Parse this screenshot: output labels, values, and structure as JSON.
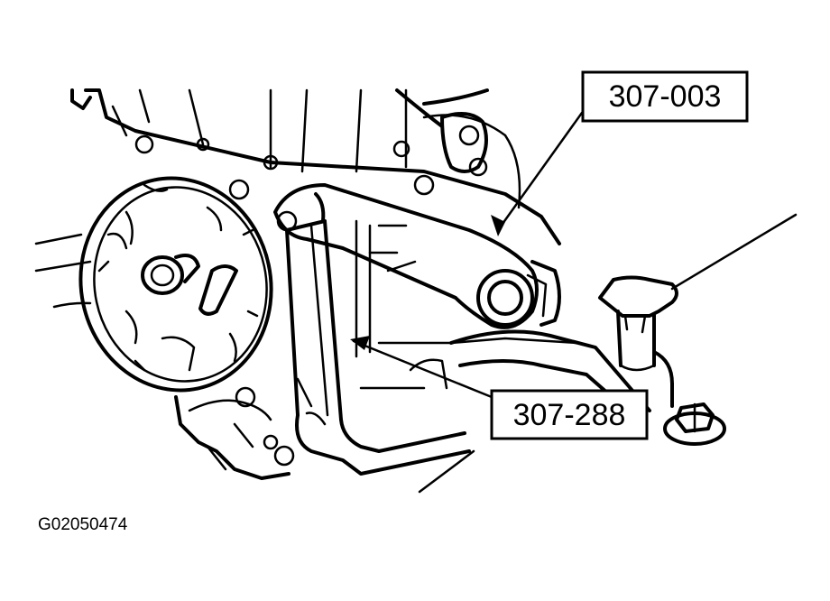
{
  "callouts": [
    {
      "id": "tool-307-003",
      "label": "307-003"
    },
    {
      "id": "tool-307-288",
      "label": "307-288"
    }
  ],
  "figure_id": "G02050474",
  "colors": {
    "ink": "#000000",
    "paper": "#ffffff"
  }
}
